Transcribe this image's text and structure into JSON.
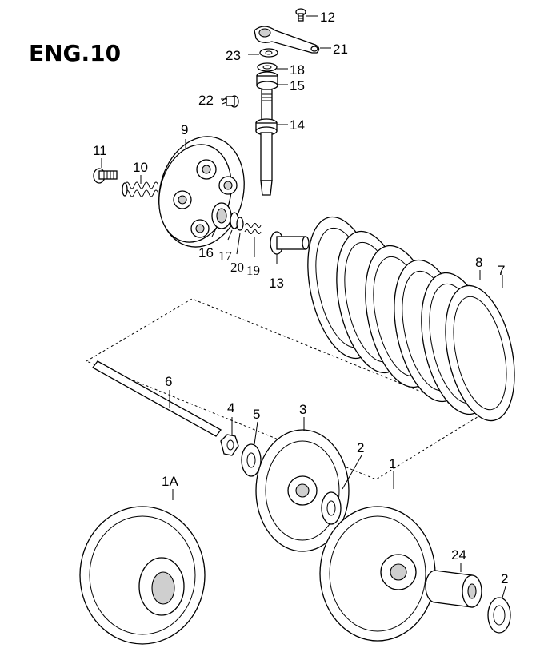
{
  "title": "ENG.10",
  "labels": {
    "p1": "1",
    "p1a": "1A",
    "p2a": "2",
    "p2b": "2",
    "p3": "3",
    "p4": "4",
    "p5": "5",
    "p6": "6",
    "p7": "7",
    "p8": "8",
    "p9": "9",
    "p10": "10",
    "p11": "11",
    "p12": "12",
    "p13": "13",
    "p14": "14",
    "p15": "15",
    "p16": "16",
    "p17": "17",
    "p18": "18",
    "p19": "19",
    "p20": "20",
    "p21": "21",
    "p22": "22",
    "p23": "23",
    "p24": "24"
  }
}
